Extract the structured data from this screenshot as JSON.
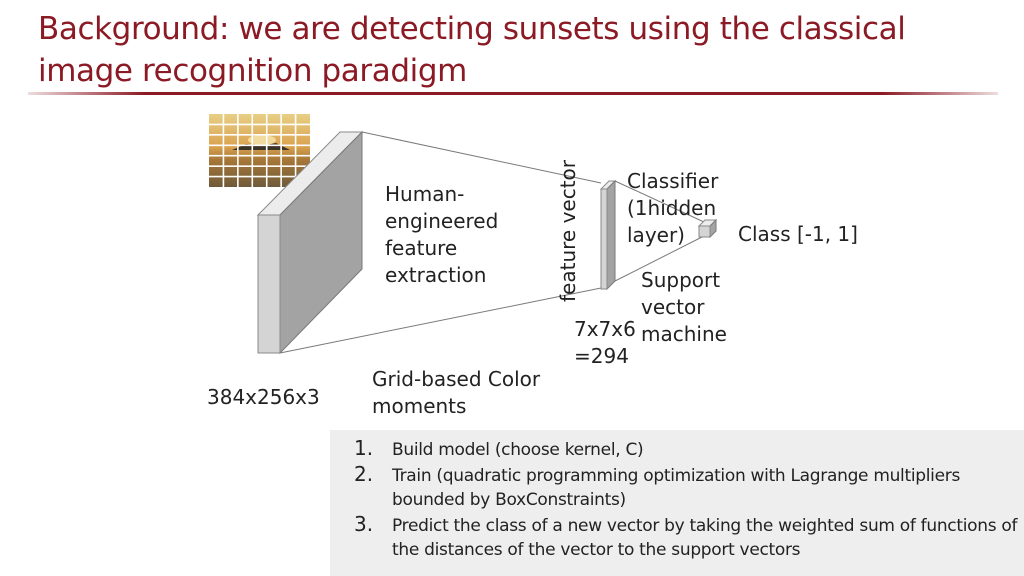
{
  "slide": {
    "title": "Background: we are detecting sunsets using the classical image recognition paradigm",
    "colors": {
      "title": "#8b1a24",
      "panel": "#eeeeee",
      "block_front": "#d6d6d6",
      "block_side": "#9e9e9e"
    }
  },
  "diagram": {
    "input_size": "384x256x3",
    "feature_label": "Human-\nengineered\nfeature\nextraction",
    "feature_method": "Grid-based Color\nmoments",
    "vector_label": "feature vector",
    "vector_size": "7x7x6\n=294",
    "classifier_label": "Classifier\n(1hidden\nlayer)",
    "svm_label": "Support\nvector\nmachine",
    "output_label": "Class [-1, 1]"
  },
  "steps": [
    {
      "num": "1.",
      "text": "Build model (choose kernel, C)"
    },
    {
      "num": "2.",
      "text": "Train (quadratic programming optimization with Lagrange multipliers bounded by BoxConstraints)"
    },
    {
      "num": "3.",
      "text": "Predict the class of a new vector by taking the weighted sum of functions of the distances of the vector to the support vectors"
    }
  ]
}
